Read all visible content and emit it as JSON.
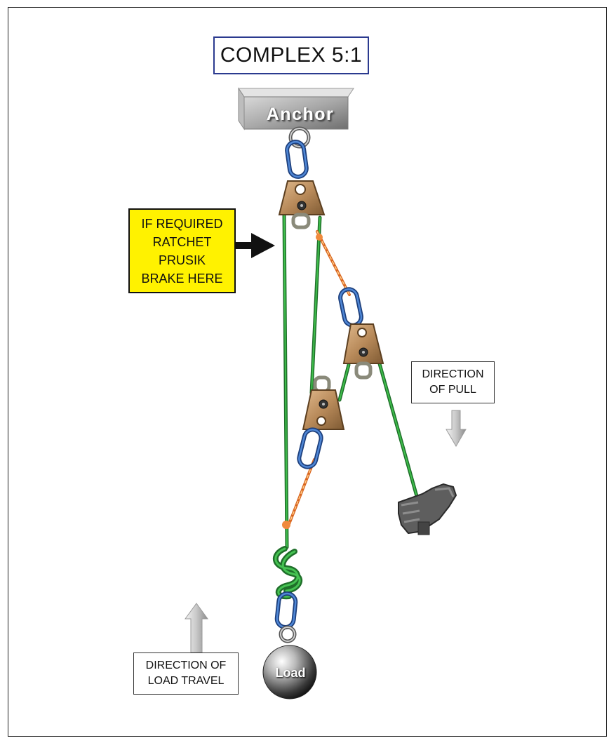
{
  "diagram": {
    "title": "COMPLEX 5:1",
    "anchor_label": "Anchor",
    "ratchet_note": {
      "lines": [
        "IF REQUIRED",
        "RATCHET",
        "PRUSIK",
        "BRAKE HERE"
      ]
    },
    "pull_label": {
      "lines": [
        "DIRECTION",
        "OF PULL"
      ]
    },
    "load_travel_label": {
      "lines": [
        "DIRECTION OF",
        "LOAD TRAVEL"
      ]
    },
    "load_label": "Load",
    "colors": {
      "rope": "#2e9b3a",
      "prusik": "#f08a3c",
      "carabiner": "#2e5aa8",
      "pulley": "#b88a5a",
      "note_fill": "#fff200",
      "title_border": "#2b3a8f"
    },
    "icons": [
      "anchor-block",
      "ring-icon",
      "carabiner-icon",
      "pulley-icon",
      "figure-eight-knot-icon",
      "load-ball-icon",
      "glove-icon",
      "arrow-right-icon",
      "arrow-down-icon",
      "arrow-up-icon"
    ]
  }
}
